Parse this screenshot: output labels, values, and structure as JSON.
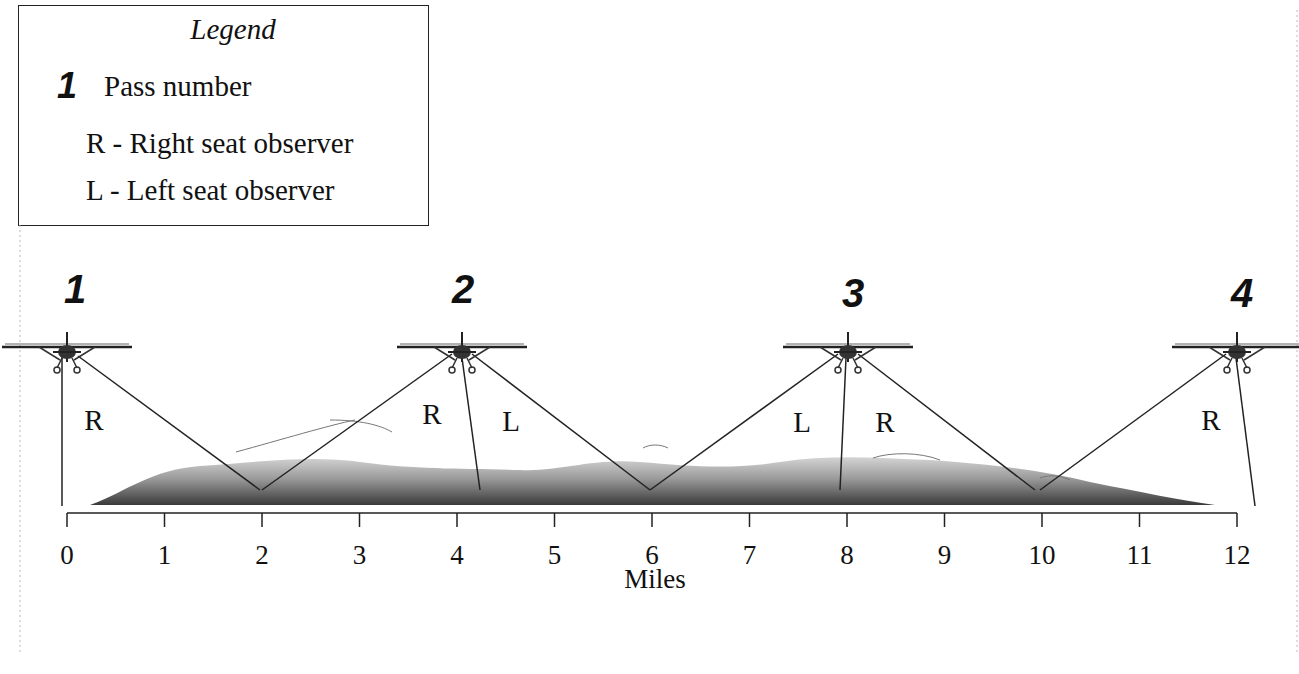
{
  "diagram": {
    "labels": [
      "Legend",
      "1",
      "1",
      "2",
      "3",
      "4",
      "R",
      "R",
      "L",
      "L",
      "R",
      "R",
      "0",
      "1",
      "2",
      "3",
      "4",
      "5",
      "6",
      "7",
      "8",
      "9",
      "10",
      "11",
      "12",
      "Miles"
    ],
    "legend": [
      {
        "text": "Pass number"
      },
      {
        "text": "R - Right seat observer"
      },
      {
        "text": "L - Left seat observer"
      }
    ]
  }
}
